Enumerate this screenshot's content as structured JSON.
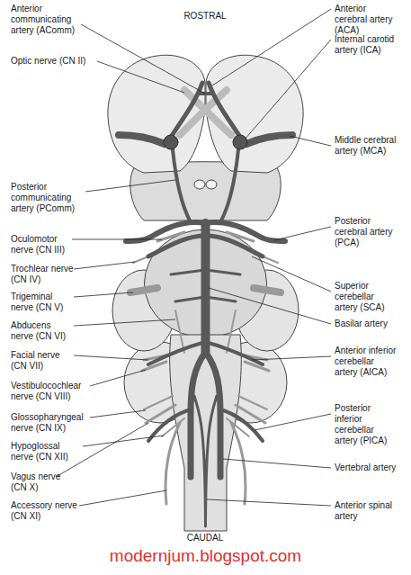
{
  "diagram": {
    "labels": [
      "Anterior communicating artery (AComm)",
      "ROSTRAL",
      "Anterior cerebral artery (ACA)",
      "Internal carotid artery (ICA)",
      "Optic nerve (CN II)",
      "Middle cerebral artery (MCA)",
      "Posterior communicating artery (PComm)",
      "Posterior cerebral artery (PCA)",
      "Oculomotor nerve (CN III)",
      "Trochlear nerve (CN IV)",
      "Superior cerebellar artery (SCA)",
      "Trigeminal nerve (CN V)",
      "Abducens nerve (CN VI)",
      "Basilar artery",
      "Facial nerve (CN VII)",
      "Anterior inferior cerebellar artery (AICA)",
      "Vestibulocochlear nerve (CN VIII)",
      "Glossopharyngeal nerve (CN IX)",
      "Posterior inferior cerebellar artery (PICA)",
      "Hypoglossal nerve (CN XII)",
      "Vagus nerve (CN X)",
      "Vertebral artery",
      "Accessory nerve (CN XI)",
      "Anterior spinal artery",
      "CAUDAL",
      "modernjum.blogspot.com"
    ]
  }
}
